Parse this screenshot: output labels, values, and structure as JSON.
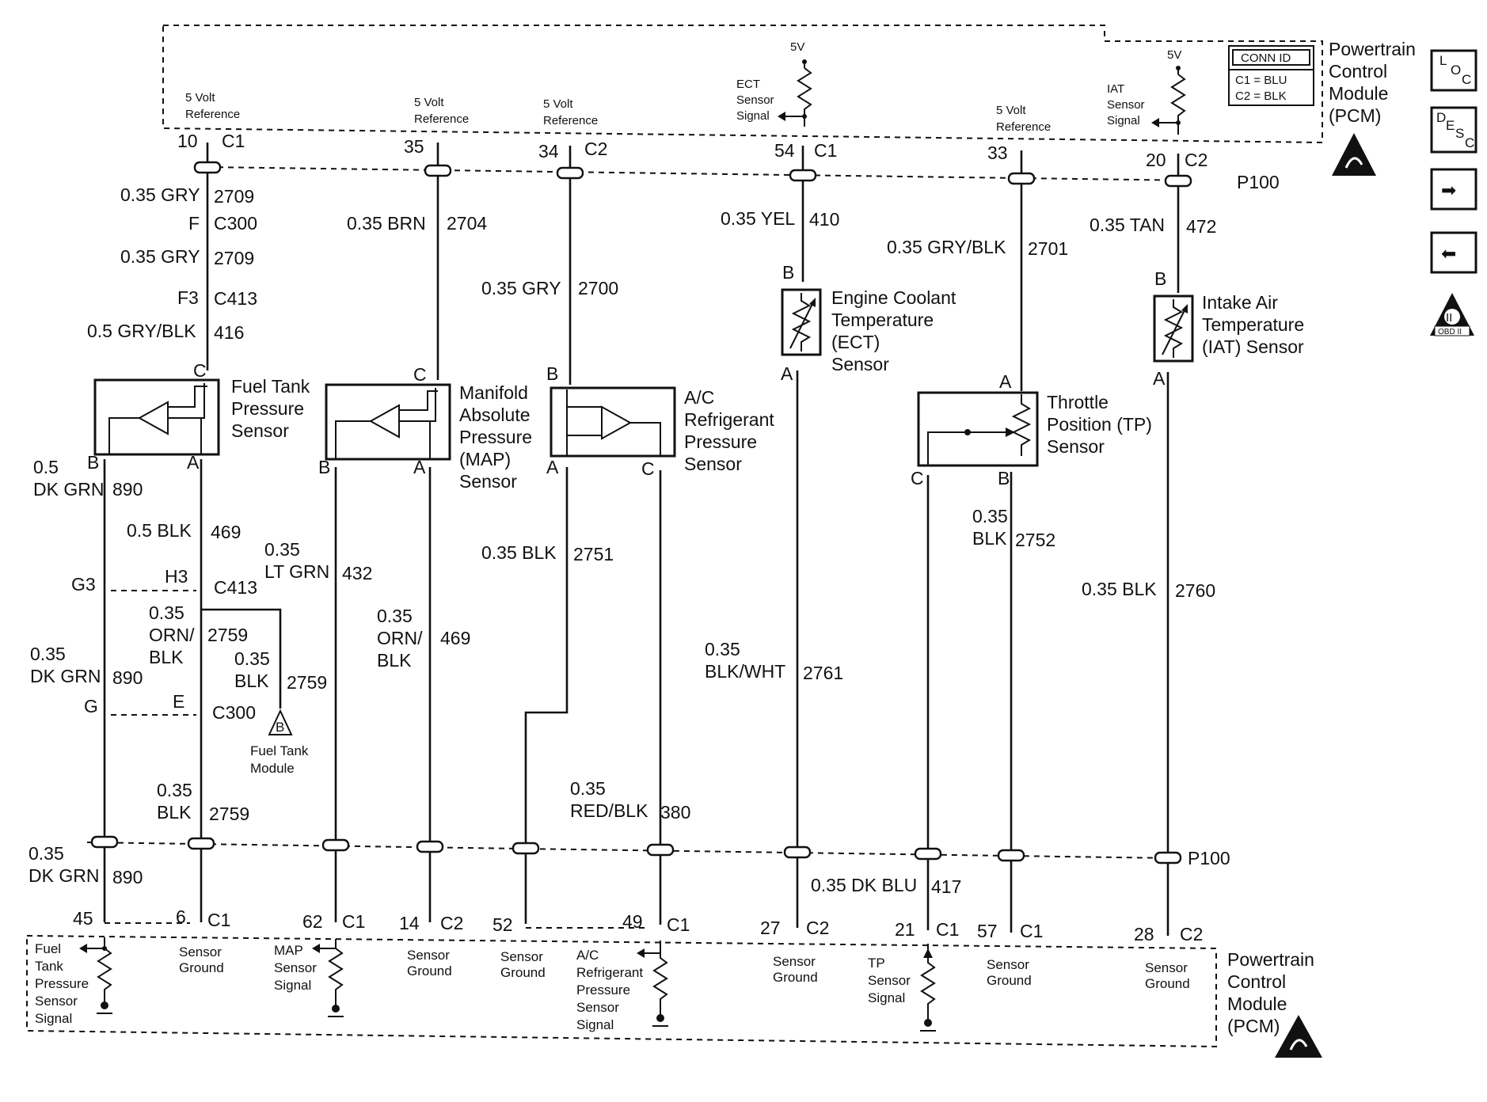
{
  "pcm": {
    "top_label": [
      "Powertrain",
      "Control",
      "Module",
      "(PCM)"
    ],
    "bottom_label": [
      "Powertrain",
      "Control",
      "Module",
      "(PCM)"
    ],
    "conn_id": {
      "title": "CONN ID",
      "c1": "C1 = BLU",
      "c2": "C2 = BLK"
    },
    "five_v": "5V"
  },
  "top_pcm": {
    "ref_5v": [
      "5 Volt",
      "Reference"
    ],
    "ect_signal": [
      "ECT",
      "Sensor",
      "Signal"
    ],
    "iat_signal": [
      "IAT",
      "Sensor",
      "Signal"
    ]
  },
  "top_pins": {
    "p10": "10",
    "p10c": "C1",
    "p35": "35",
    "p34": "34",
    "p34c": "C2",
    "p54": "54",
    "p54c": "C1",
    "p33": "33",
    "p20": "20",
    "p20c": "C2"
  },
  "splice_p100": "P100",
  "wires": {
    "w2709a_g": "0.35 GRY",
    "w2709a_n": "2709",
    "c300f": "F",
    "c300": "C300",
    "w2709b_g": "0.35 GRY",
    "w2709b_n": "2709",
    "c413f3": "F3",
    "c413": "C413",
    "w416_g": "0.5 GRY/BLK",
    "w416_n": "416",
    "w2704_g": "0.35 BRN",
    "w2704_n": "2704",
    "w2700_g": "0.35 GRY",
    "w2700_n": "2700",
    "w410_g": "0.35 YEL",
    "w410_n": "410",
    "w2701_g": "0.35 GRY/BLK",
    "w2701_n": "2701",
    "w472_g": "0.35 TAN",
    "w472_n": "472",
    "w890a_g1": "0.5",
    "w890a_g2": "DK GRN",
    "w890a_n": "890",
    "w469a_g": "0.5 BLK",
    "w469a_n": "469",
    "w432_g1": "0.35",
    "w432_g2": "LT GRN",
    "w432_n": "432",
    "w2751_g": "0.35 BLK",
    "w2751_n": "2751",
    "w2752_g1": "0.35",
    "w2752_g2": "BLK",
    "w2752_n": "2752",
    "w2760_g": "0.35 BLK",
    "w2760_n": "2760",
    "g3": "G3",
    "h3": "H3",
    "c413b": "C413",
    "w2759a_g1": "0.35",
    "w2759a_g2": "ORN/",
    "w2759a_g3": "BLK",
    "w2759a_n": "2759",
    "w2759b_g1": "0.35",
    "w2759b_g2": "BLK",
    "w2759b_n": "2759",
    "w469b_g1": "0.35",
    "w469b_g2": "ORN/",
    "w469b_g3": "BLK",
    "w469b_n": "469",
    "w890b_g1": "0.35",
    "w890b_g2": "DK GRN",
    "w890b_n": "890",
    "g": "G",
    "e": "E",
    "c300b": "C300",
    "w2761_g1": "0.35",
    "w2761_g2": "BLK/WHT",
    "w2761_n": "2761",
    "w2759c_g1": "0.35",
    "w2759c_g2": "BLK",
    "w2759c_n": "2759",
    "w380_g1": "0.35",
    "w380_g2": "RED/BLK",
    "w380_n": "380",
    "w890c_g1": "0.35",
    "w890c_g2": "DK GRN",
    "w890c_n": "890",
    "w417_g": "0.35 DK BLU",
    "w417_n": "417"
  },
  "fuel_tank_module": {
    "letter": "B",
    "label": [
      "Fuel Tank",
      "Module"
    ]
  },
  "sensors": {
    "fuel_tank": [
      "Fuel Tank",
      "Pressure",
      "Sensor"
    ],
    "map": [
      "Manifold",
      "Absolute",
      "Pressure",
      "(MAP)",
      "Sensor"
    ],
    "ac": [
      "A/C",
      "Refrigerant",
      "Pressure",
      "Sensor"
    ],
    "ect": [
      "Engine Coolant",
      "Temperature",
      "(ECT)",
      "Sensor"
    ],
    "tp": [
      "Throttle",
      "Position (TP)",
      "Sensor"
    ],
    "iat": [
      "Intake Air",
      "Temperature",
      "(IAT) Sensor"
    ]
  },
  "pin_letters": {
    "a": "A",
    "b": "B",
    "c": "C"
  },
  "bottom_pins": {
    "p45": "45",
    "p6": "6",
    "p6c": "C1",
    "p62": "62",
    "p62c": "C1",
    "p14": "14",
    "p14c": "C2",
    "p52": "52",
    "p49": "49",
    "p49c": "C1",
    "p27": "27",
    "p27c": "C2",
    "p21": "21",
    "p21c": "C1",
    "p57": "57",
    "p57c": "C1",
    "p28": "28",
    "p28c": "C2"
  },
  "bottom_pcm": {
    "fuel_signal": [
      "Fuel",
      "Tank",
      "Pressure",
      "Sensor",
      "Signal"
    ],
    "sensor_ground": [
      "Sensor",
      "Ground"
    ],
    "map_signal": [
      "MAP",
      "Sensor",
      "Signal"
    ],
    "ac_signal": [
      "A/C",
      "Refrigerant",
      "Pressure",
      "Sensor",
      "Signal"
    ],
    "tp_signal": [
      "TP",
      "Sensor",
      "Signal"
    ]
  },
  "nav": {
    "loc": {
      "l": "L",
      "o": "O",
      "c": "C"
    },
    "desc": {
      "d": "D",
      "e": "E",
      "s": "S",
      "c": "C"
    },
    "obd": {
      "numeral": "II",
      "text": "OBD II"
    },
    "next_glyph": "➡",
    "prev_glyph": "⬅"
  }
}
